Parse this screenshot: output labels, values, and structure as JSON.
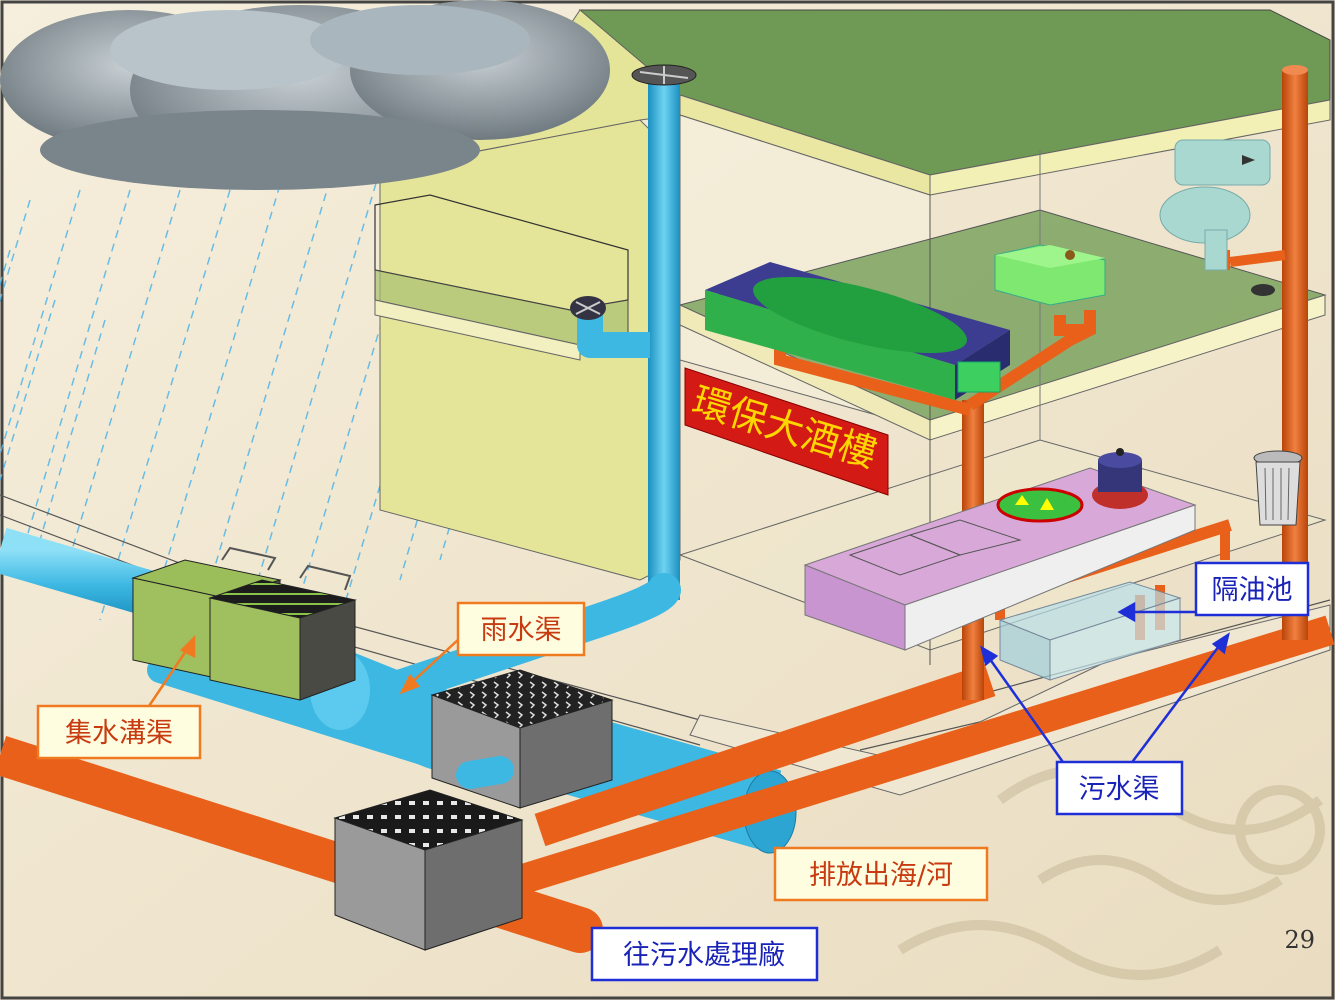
{
  "sign": {
    "text": "環保大酒樓"
  },
  "labels": {
    "rain_channel": "雨水渠",
    "catch_drain": "集水溝渠",
    "discharge": "排放出海/河",
    "to_treatment": "往污水處理廠",
    "sewer": "污水渠",
    "grease_trap": "隔油池"
  },
  "page_number": "29",
  "colors": {
    "storm_pipe": "#3db8e3",
    "sewer_pipe": "#e8601a",
    "rain_label_border": "#f07a20",
    "rain_label_text": "#c83a10",
    "sewer_label_border": "#1f2fd8",
    "sewer_label_text": "#1a23b8",
    "sign_bg": "#d41a14",
    "sign_text": "#ffd700"
  }
}
